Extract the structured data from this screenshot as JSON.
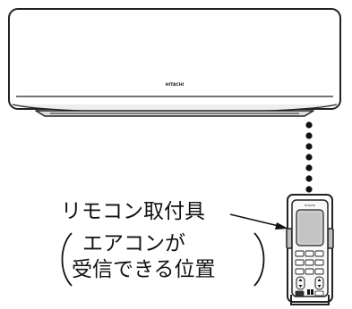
{
  "air_conditioner": {
    "brand": "HITACHI"
  },
  "remote": {
    "brand": "HITACHI"
  },
  "labels": {
    "mount": "リモコン取付具",
    "note_line1": "エアコンが",
    "note_line2": "受信できる位置"
  },
  "colors": {
    "line": "#222222",
    "screen": "#d0d0d0",
    "unit_shade": "#e6e6e6"
  }
}
